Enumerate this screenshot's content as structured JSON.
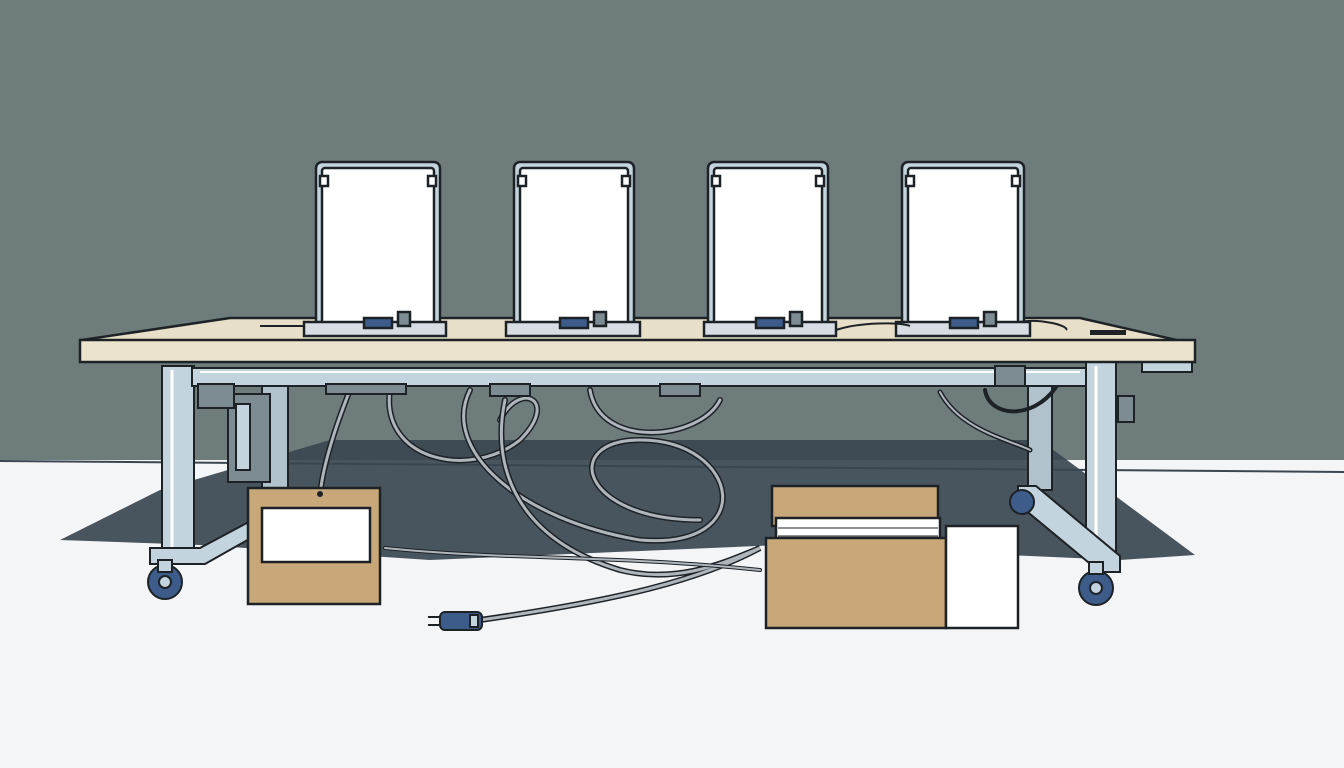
{
  "scene": {
    "colors": {
      "wall": "#6f7c7c",
      "floor": "#f4f5f6",
      "shadow": "#3a4650",
      "tabletop": "#e8dfc8",
      "frame": "#c4d4de",
      "outline": "#1d2227",
      "panel": "#ffffff",
      "cardboard": "#c8a878",
      "cable": "#aeb6bc",
      "accent": "#3d5c8a"
    },
    "icons": {
      "panels": "blank-display-panel",
      "cart": "rolling-workbench",
      "cable": "power-plug",
      "boxes": "cardboard-box"
    },
    "panel_count": 4
  }
}
